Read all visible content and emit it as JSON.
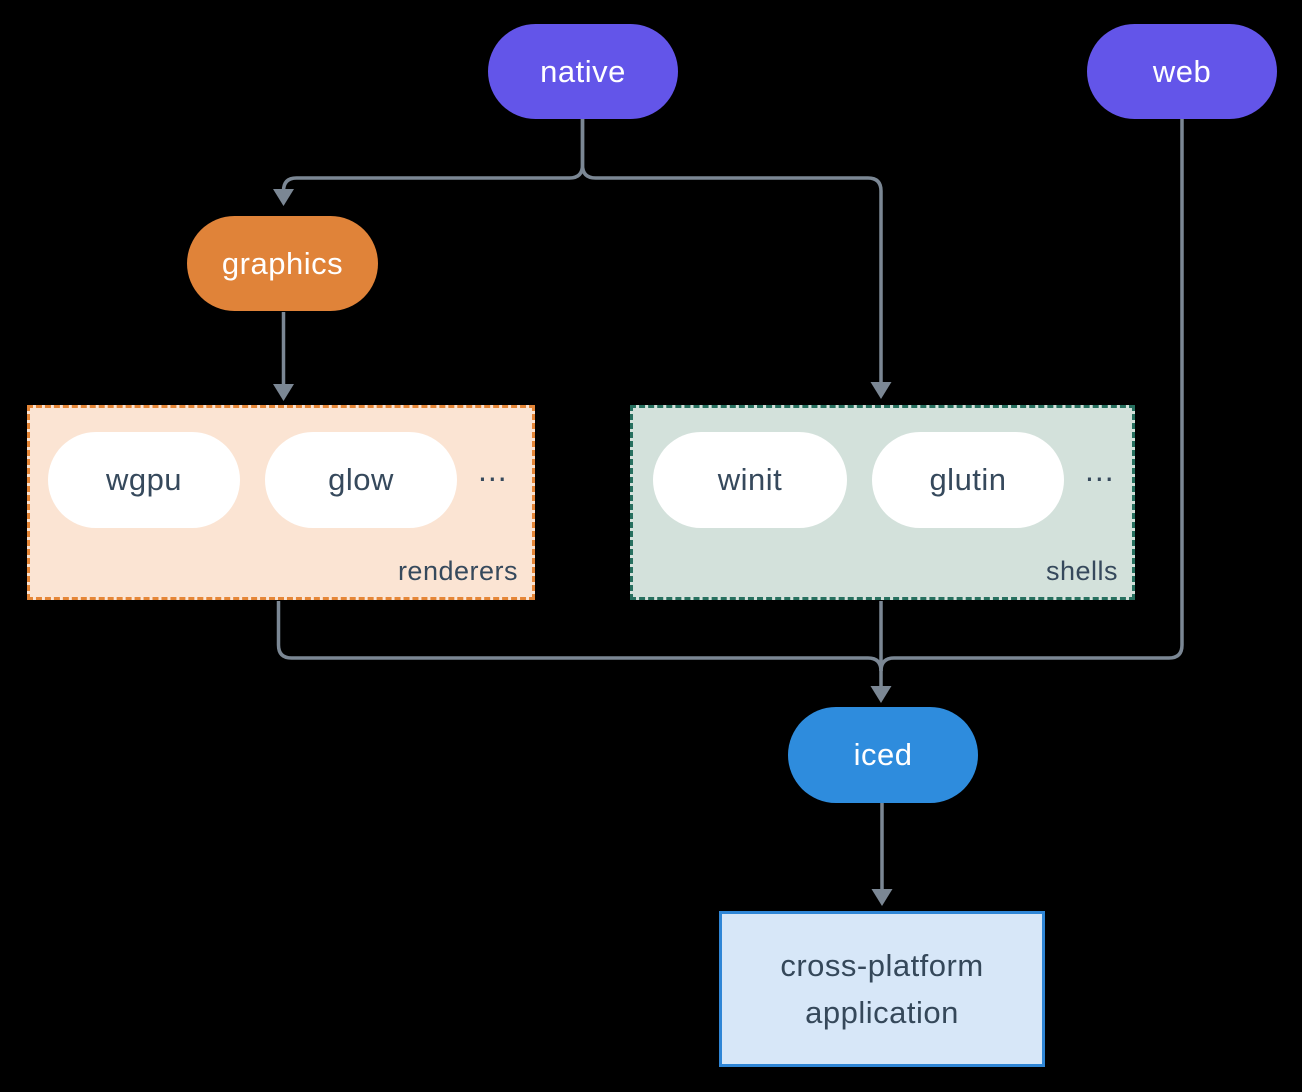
{
  "diagram": {
    "title_hint": "iced architecture diagram",
    "colors": {
      "background": "#000000",
      "line": "#7b8794",
      "purple": "#6355e9",
      "orange": "#e08339",
      "blue": "#2e8cdd",
      "renderers_fill": "#fbe4d3",
      "renderers_border": "#e58637",
      "shells_fill": "#d3e1db",
      "shells_border": "#27705f",
      "app_fill": "#d7e7f8",
      "app_border": "#2f86d6",
      "dark_text": "#36495c"
    },
    "nodes": {
      "native": {
        "label": "native"
      },
      "web": {
        "label": "web"
      },
      "graphics": {
        "label": "graphics"
      },
      "iced": {
        "label": "iced"
      },
      "application": {
        "line1": "cross-platform",
        "line2": "application"
      }
    },
    "groups": {
      "renderers": {
        "label": "renderers",
        "items": [
          "wgpu",
          "glow"
        ],
        "ellipsis": "..."
      },
      "shells": {
        "label": "shells",
        "items": [
          "winit",
          "glutin"
        ],
        "ellipsis": "..."
      }
    },
    "edges": [
      {
        "from": "native",
        "to": "graphics"
      },
      {
        "from": "native",
        "to": "shells"
      },
      {
        "from": "graphics",
        "to": "renderers"
      },
      {
        "from": "renderers",
        "to": "iced"
      },
      {
        "from": "shells",
        "to": "iced"
      },
      {
        "from": "web",
        "to": "iced"
      },
      {
        "from": "iced",
        "to": "application"
      }
    ]
  }
}
